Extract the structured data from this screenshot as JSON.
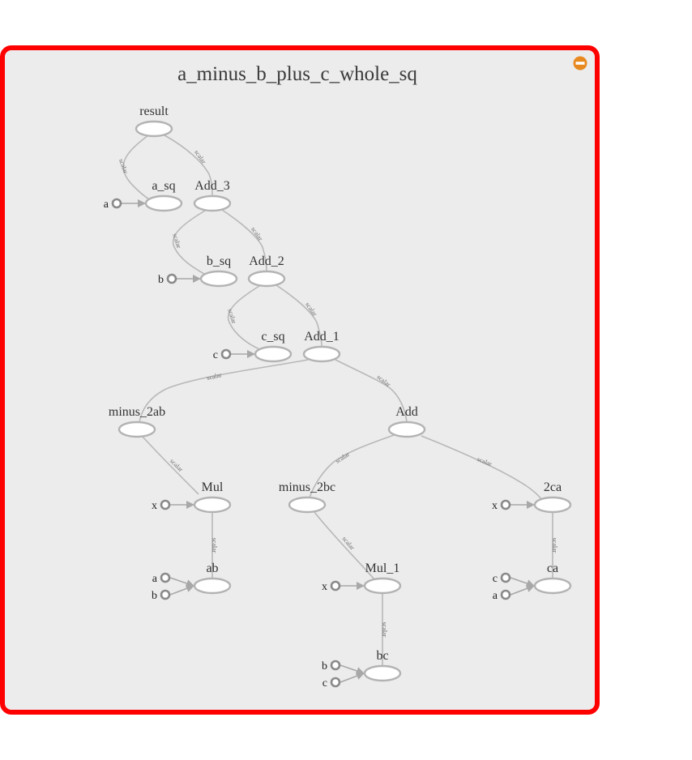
{
  "graph": {
    "title": "a_minus_b_plus_c_whole_sq",
    "border_color": "#ff0000",
    "background_color": "#ececec",
    "collapse_button": {
      "icon": "minus-circle-icon",
      "color": "#e8891f"
    },
    "edge_label": "scalar",
    "nodes": [
      {
        "id": "result",
        "label": "result",
        "inputs": []
      },
      {
        "id": "a_sq",
        "label": "a_sq",
        "inputs": [
          "a"
        ]
      },
      {
        "id": "Add_3",
        "label": "Add_3",
        "inputs": []
      },
      {
        "id": "b_sq",
        "label": "b_sq",
        "inputs": [
          "b"
        ]
      },
      {
        "id": "Add_2",
        "label": "Add_2",
        "inputs": []
      },
      {
        "id": "c_sq",
        "label": "c_sq",
        "inputs": [
          "c"
        ]
      },
      {
        "id": "Add_1",
        "label": "Add_1",
        "inputs": []
      },
      {
        "id": "minus_2ab",
        "label": "minus_2ab",
        "inputs": []
      },
      {
        "id": "Add",
        "label": "Add",
        "inputs": []
      },
      {
        "id": "Mul",
        "label": "Mul",
        "inputs": [
          "x"
        ]
      },
      {
        "id": "minus_2bc",
        "label": "minus_2bc",
        "inputs": []
      },
      {
        "id": "2ca",
        "label": "2ca",
        "inputs": [
          "x"
        ]
      },
      {
        "id": "ab",
        "label": "ab",
        "inputs": [
          "a",
          "b"
        ]
      },
      {
        "id": "Mul_1",
        "label": "Mul_1",
        "inputs": [
          "x"
        ]
      },
      {
        "id": "ca",
        "label": "ca",
        "inputs": [
          "c",
          "a"
        ]
      },
      {
        "id": "bc",
        "label": "bc",
        "inputs": [
          "b",
          "c"
        ]
      }
    ],
    "edges": [
      {
        "from": "result",
        "to": "a_sq",
        "label": "scalar"
      },
      {
        "from": "result",
        "to": "Add_3",
        "label": "scalar"
      },
      {
        "from": "Add_3",
        "to": "b_sq",
        "label": "scalar"
      },
      {
        "from": "Add_3",
        "to": "Add_2",
        "label": "scalar"
      },
      {
        "from": "Add_2",
        "to": "c_sq",
        "label": "scalar"
      },
      {
        "from": "Add_2",
        "to": "Add_1",
        "label": "scalar"
      },
      {
        "from": "Add_1",
        "to": "minus_2ab",
        "label": "scalar"
      },
      {
        "from": "Add_1",
        "to": "Add",
        "label": "scalar"
      },
      {
        "from": "minus_2ab",
        "to": "Mul",
        "label": "scalar"
      },
      {
        "from": "Add",
        "to": "minus_2bc",
        "label": "scalar"
      },
      {
        "from": "Add",
        "to": "2ca",
        "label": "scalar"
      },
      {
        "from": "Mul",
        "to": "ab",
        "label": "scalar"
      },
      {
        "from": "minus_2bc",
        "to": "Mul_1",
        "label": "scalar"
      },
      {
        "from": "2ca",
        "to": "ca",
        "label": "scalar"
      },
      {
        "from": "Mul_1",
        "to": "bc",
        "label": "scalar"
      }
    ]
  }
}
